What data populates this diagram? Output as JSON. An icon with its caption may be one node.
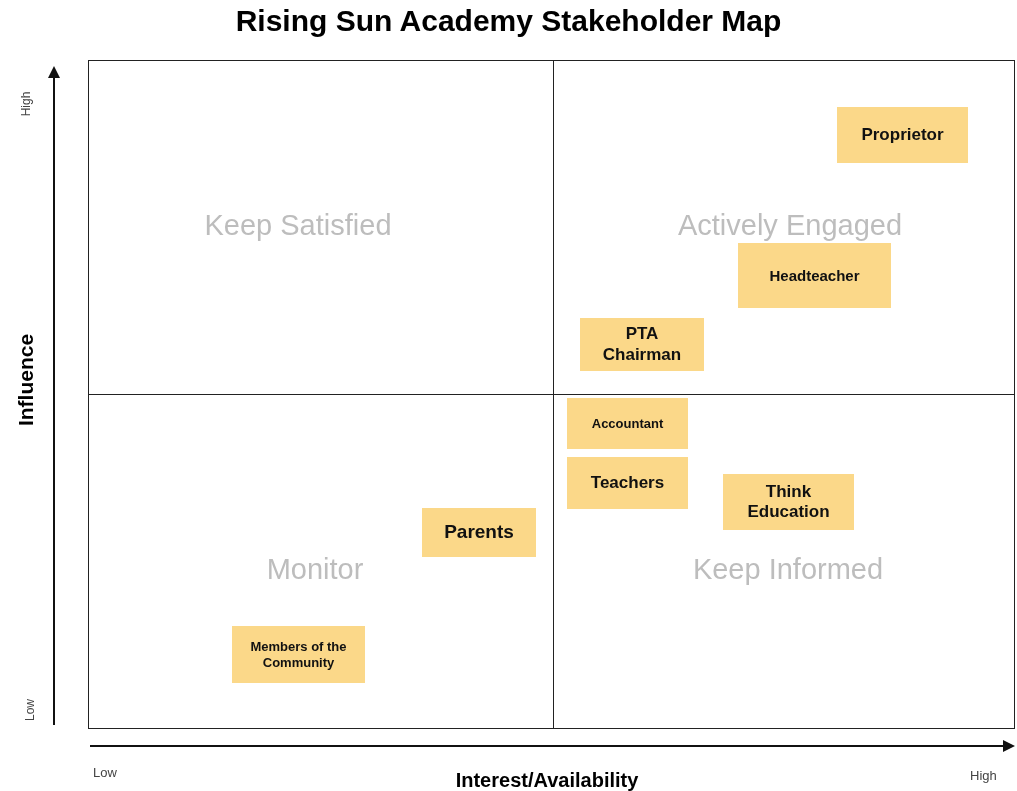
{
  "diagram": {
    "title": "Rising Sun Academy Stakeholder Map",
    "nodes": [
      {
        "text": [
          "Keep Satisfied"
        ]
      },
      {
        "text": [
          "Actively Engaged"
        ]
      },
      {
        "text": [
          "Monitor"
        ]
      },
      {
        "text": [
          "Keep Informed"
        ]
      },
      {
        "text": [
          "Proprietor"
        ],
        "in": 1
      },
      {
        "text": [
          "Headteacher"
        ],
        "in": 1
      },
      {
        "text": [
          "PTA Chairman"
        ],
        "in": 1
      },
      {
        "text": [
          "Accountant"
        ],
        "in": 3
      },
      {
        "text": [
          "Teachers"
        ],
        "in": 3
      },
      {
        "text": [
          "Think Education"
        ],
        "in": 3
      },
      {
        "text": [
          "Parents"
        ],
        "in": 2
      },
      {
        "text": [
          "Members of the Community"
        ],
        "in": 2
      }
    ],
    "edges": [],
    "labels": [
      "High",
      "Low",
      "Influence",
      "Low",
      "Interest/Availability",
      "High"
    ]
  }
}
